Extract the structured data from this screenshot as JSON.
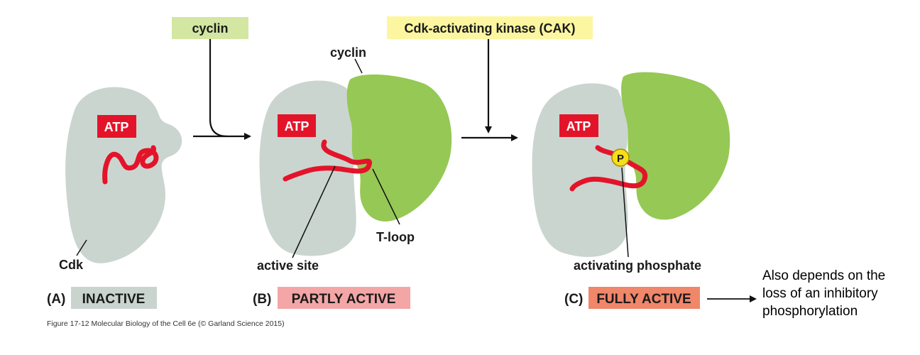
{
  "labels": {
    "cyclin_top": "cyclin",
    "cak": "Cdk-activating kinase (CAK)",
    "cyclin_b": "cyclin",
    "atp": "ATP",
    "phosphate_symbol": "P",
    "cdk": "Cdk",
    "active_site": "active site",
    "t_loop": "T-loop",
    "activating_phosphate": "activating phosphate"
  },
  "panels": [
    {
      "letter": "(A)",
      "state": "INACTIVE"
    },
    {
      "letter": "(B)",
      "state": "PARTLY ACTIVE"
    },
    {
      "letter": "(C)",
      "state": "FULLY ACTIVE"
    }
  ],
  "caption": "Figure 17-12  Molecular Biology of the Cell 6e (© Garland Science 2015)",
  "note_lines": [
    "Also depends on the",
    "loss of an inhibitory",
    "phosphorylation"
  ],
  "colors": {
    "cdk_gray": "#cbd5d0",
    "cyclin_green": "#96c855",
    "atp_red": "#e3142a",
    "loop_red": "#e3142a",
    "box_cyclin": "#d3e6a2",
    "box_cak": "#fcf6a0",
    "box_inactive": "#c9d4cf",
    "box_partly": "#f4a6a6",
    "box_fully": "#f0866a",
    "phosphate_yellow": "#f6df1a"
  }
}
